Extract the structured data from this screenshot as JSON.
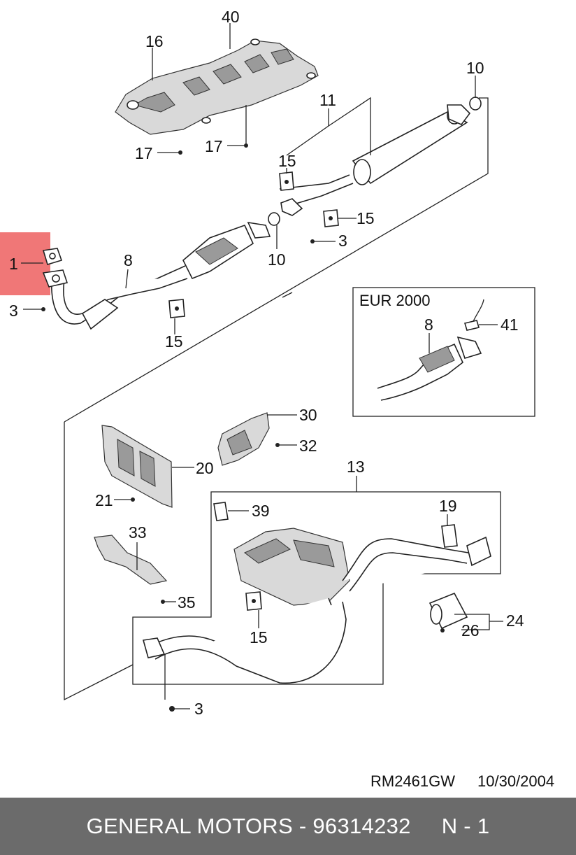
{
  "diagram": {
    "highlight_color": "#f07777",
    "callouts": {
      "c40": "40",
      "c16": "16",
      "c17a": "17",
      "c17b": "17",
      "c11": "11",
      "c10a": "10",
      "c10b": "10",
      "c15a": "15",
      "c15b": "15",
      "c15c": "15",
      "c15d": "15",
      "c1": "1",
      "c3a": "3",
      "c3b": "3",
      "c3c": "3",
      "c8a": "8",
      "c8b": "8",
      "c41": "41",
      "c30": "30",
      "c32": "32",
      "c20": "20",
      "c21": "21",
      "c13": "13",
      "c39": "39",
      "c19": "19",
      "c33": "33",
      "c35": "35",
      "c24": "24",
      "c26": "26"
    },
    "inset_label": "EUR 2000",
    "reference": "RM2461GW",
    "date": "10/30/2004"
  },
  "footer": {
    "text": "GENERAL MOTORS - 96314232",
    "page": "N - 1",
    "background": "#6b6b6b"
  }
}
